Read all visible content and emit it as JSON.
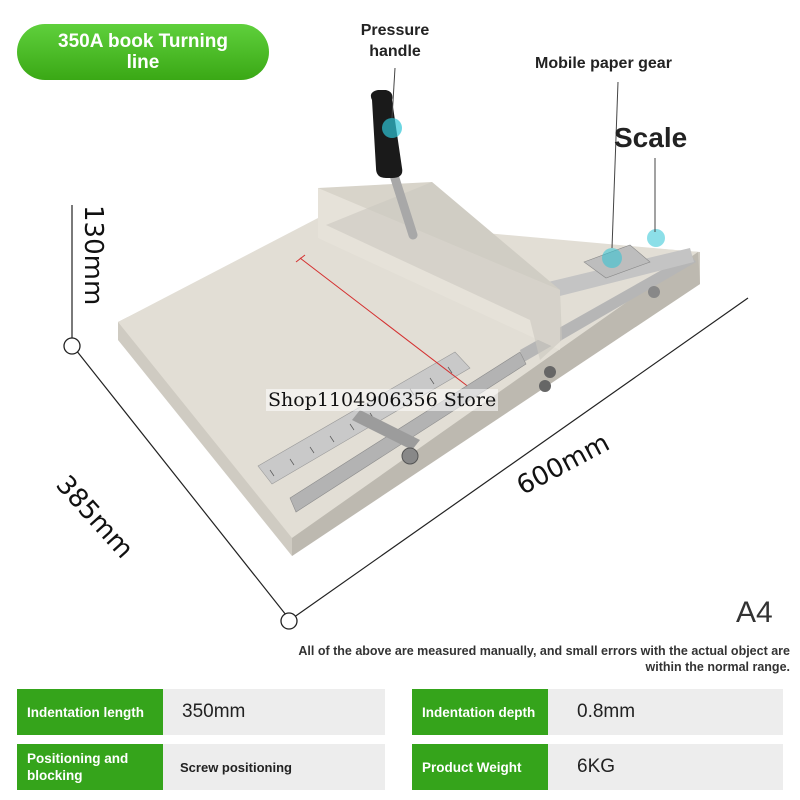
{
  "badge": {
    "title": "350A book Turning line"
  },
  "callouts": {
    "pressure_handle": "Pressure handle",
    "mobile_paper_gear": "Mobile paper gear",
    "scale": "Scale"
  },
  "dimensions": {
    "height": "130mm",
    "depth": "385mm",
    "width": "600mm"
  },
  "watermark": "Shop1104906356 Store",
  "paper_size": "A4",
  "note": "All of the above are measured manually, and small errors with the actual object are within the normal range.",
  "specs": [
    {
      "label": "Indentation length",
      "value": "350mm"
    },
    {
      "label": "Indentation depth",
      "value": "0.8mm"
    },
    {
      "label": "Positioning and blocking",
      "value": "Screw positioning"
    },
    {
      "label": "Product Weight",
      "value": "6KG"
    }
  ],
  "colors": {
    "accent_green": "#35a41b",
    "machine_body": "#dedad2",
    "spec_bg": "#ededed"
  }
}
